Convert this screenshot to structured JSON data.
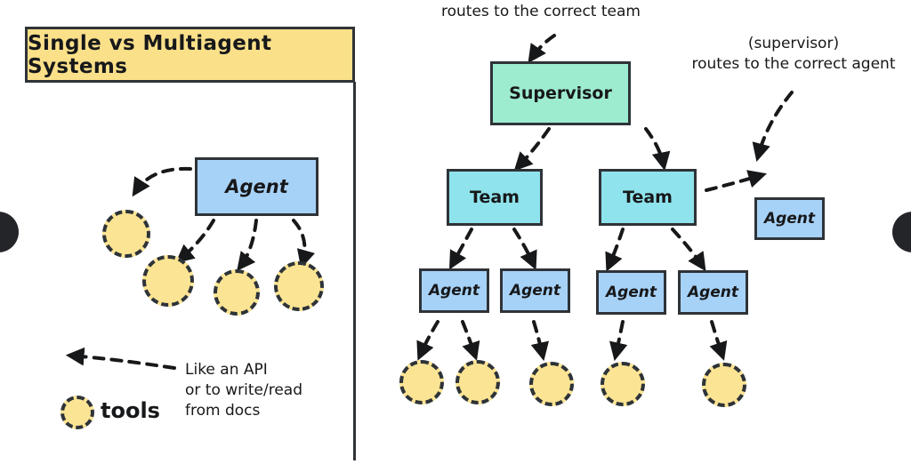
{
  "panels": {
    "left": {
      "title": "Single vs Multiagent Systems",
      "agent_label": "Agent",
      "legend_label": "tools",
      "annotation": "Like an API\nor to write/read\nfrom docs",
      "tool_count": 4
    },
    "right": {
      "supervisor_label": "Supervisor",
      "team_labels": [
        "Team",
        "Team"
      ],
      "agent_labels": [
        "Agent",
        "Agent",
        "Agent",
        "Agent"
      ],
      "standalone_agent_label": "Agent",
      "annotation_top": "routes to the correct team",
      "annotation_right": "(supervisor)\nroutes to the correct agent",
      "tool_count": 5
    }
  },
  "colors": {
    "title_fill": "#FBE08A",
    "agent_fill": "#A7D2F7",
    "team_fill": "#8FE3EC",
    "supervisor_fill": "#9EECD0",
    "tool_fill": "#FBE493",
    "stroke": "#2e3338",
    "background": "#ffffff",
    "nav_circle": "#232528"
  },
  "nav": {
    "prev_icon": "chevron-left-icon",
    "next_icon": "chevron-right-icon"
  }
}
